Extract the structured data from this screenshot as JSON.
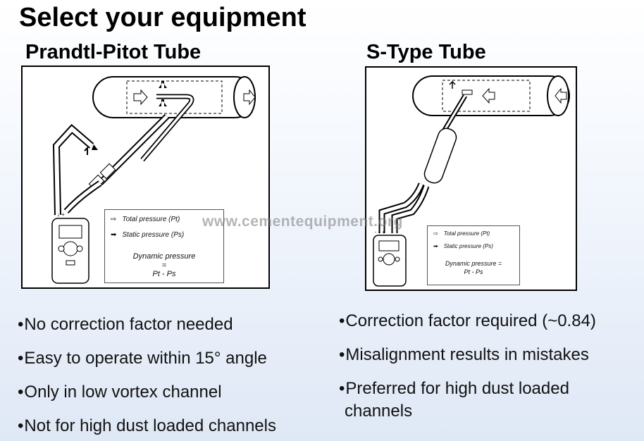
{
  "title": "Select your equipment",
  "left": {
    "heading": "Prandtl-Pitot Tube",
    "legend": {
      "total": "Total pressure (Pt)",
      "static": "Static pressure (Ps)",
      "dynamic_label": "Dynamic pressure",
      "equals": "=",
      "formula": "Pt - Ps"
    },
    "bullets": [
      "No correction factor needed",
      "Easy to operate within 15° angle",
      "Only in low vortex channel",
      "Not for high dust loaded channels"
    ]
  },
  "right": {
    "heading": "S-Type Tube",
    "legend": {
      "total": "Total pressure (Pt)",
      "static": "Static pressure (Ps)",
      "dynamic_label": "Dynamic pressure =",
      "formula": "Pt - Ps"
    },
    "bullets": [
      "Correction factor required (~0.84)",
      "Misalignment results in mistakes",
      "Preferred for high dust loaded",
      "channels"
    ]
  },
  "bullet_char": "•",
  "watermark": "www.cementequipment.org",
  "icons": {
    "total": "hollow-arrow-icon",
    "static": "solid-arrow-icon"
  }
}
